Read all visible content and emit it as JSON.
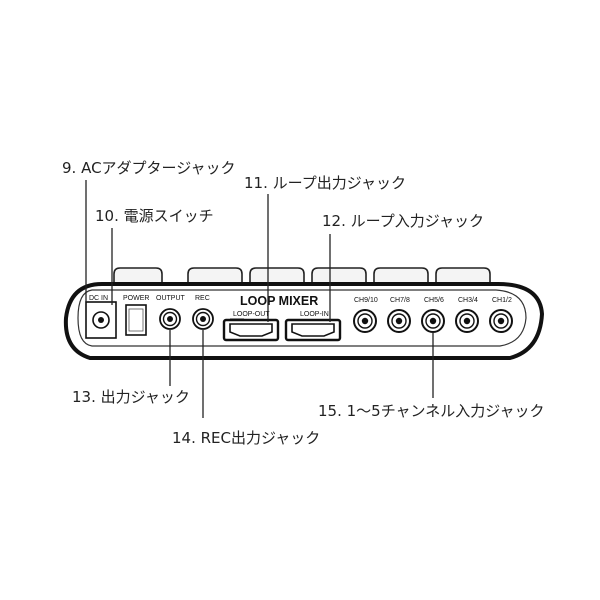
{
  "callouts": {
    "c9": "9. ACアダプタージャック",
    "c10": "10. 電源スイッチ",
    "c11": "11. ループ出力ジャック",
    "c12": "12. ループ入力ジャック",
    "c13": "13. 出力ジャック",
    "c14": "14. REC出力ジャック",
    "c15": "15. 1～5チャンネル入力ジャック"
  },
  "panel": {
    "title": "LOOP MIXER",
    "dc_in": "DC IN",
    "power": "POWER",
    "output": "OUTPUT",
    "rec": "REC",
    "loop_out": "LOOP-OUT",
    "loop_in": "LOOP-IN",
    "channels": [
      "CH9/10",
      "CH7/8",
      "CH5/6",
      "CH3/4",
      "CH1/2"
    ]
  }
}
